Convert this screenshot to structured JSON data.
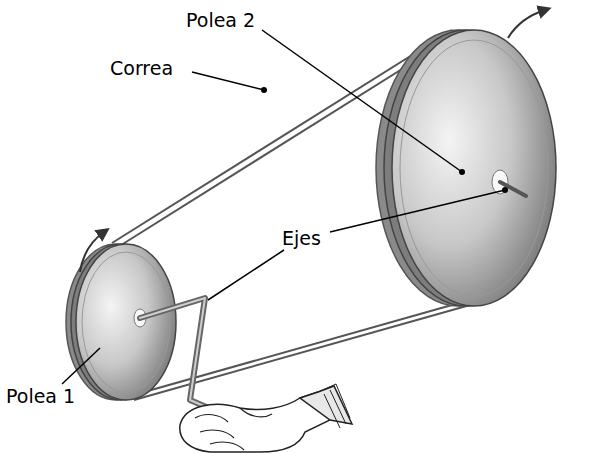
{
  "diagram": {
    "labels": [
      "Polea 2",
      "Correa",
      "Ejes",
      "Polea 1"
    ]
  }
}
